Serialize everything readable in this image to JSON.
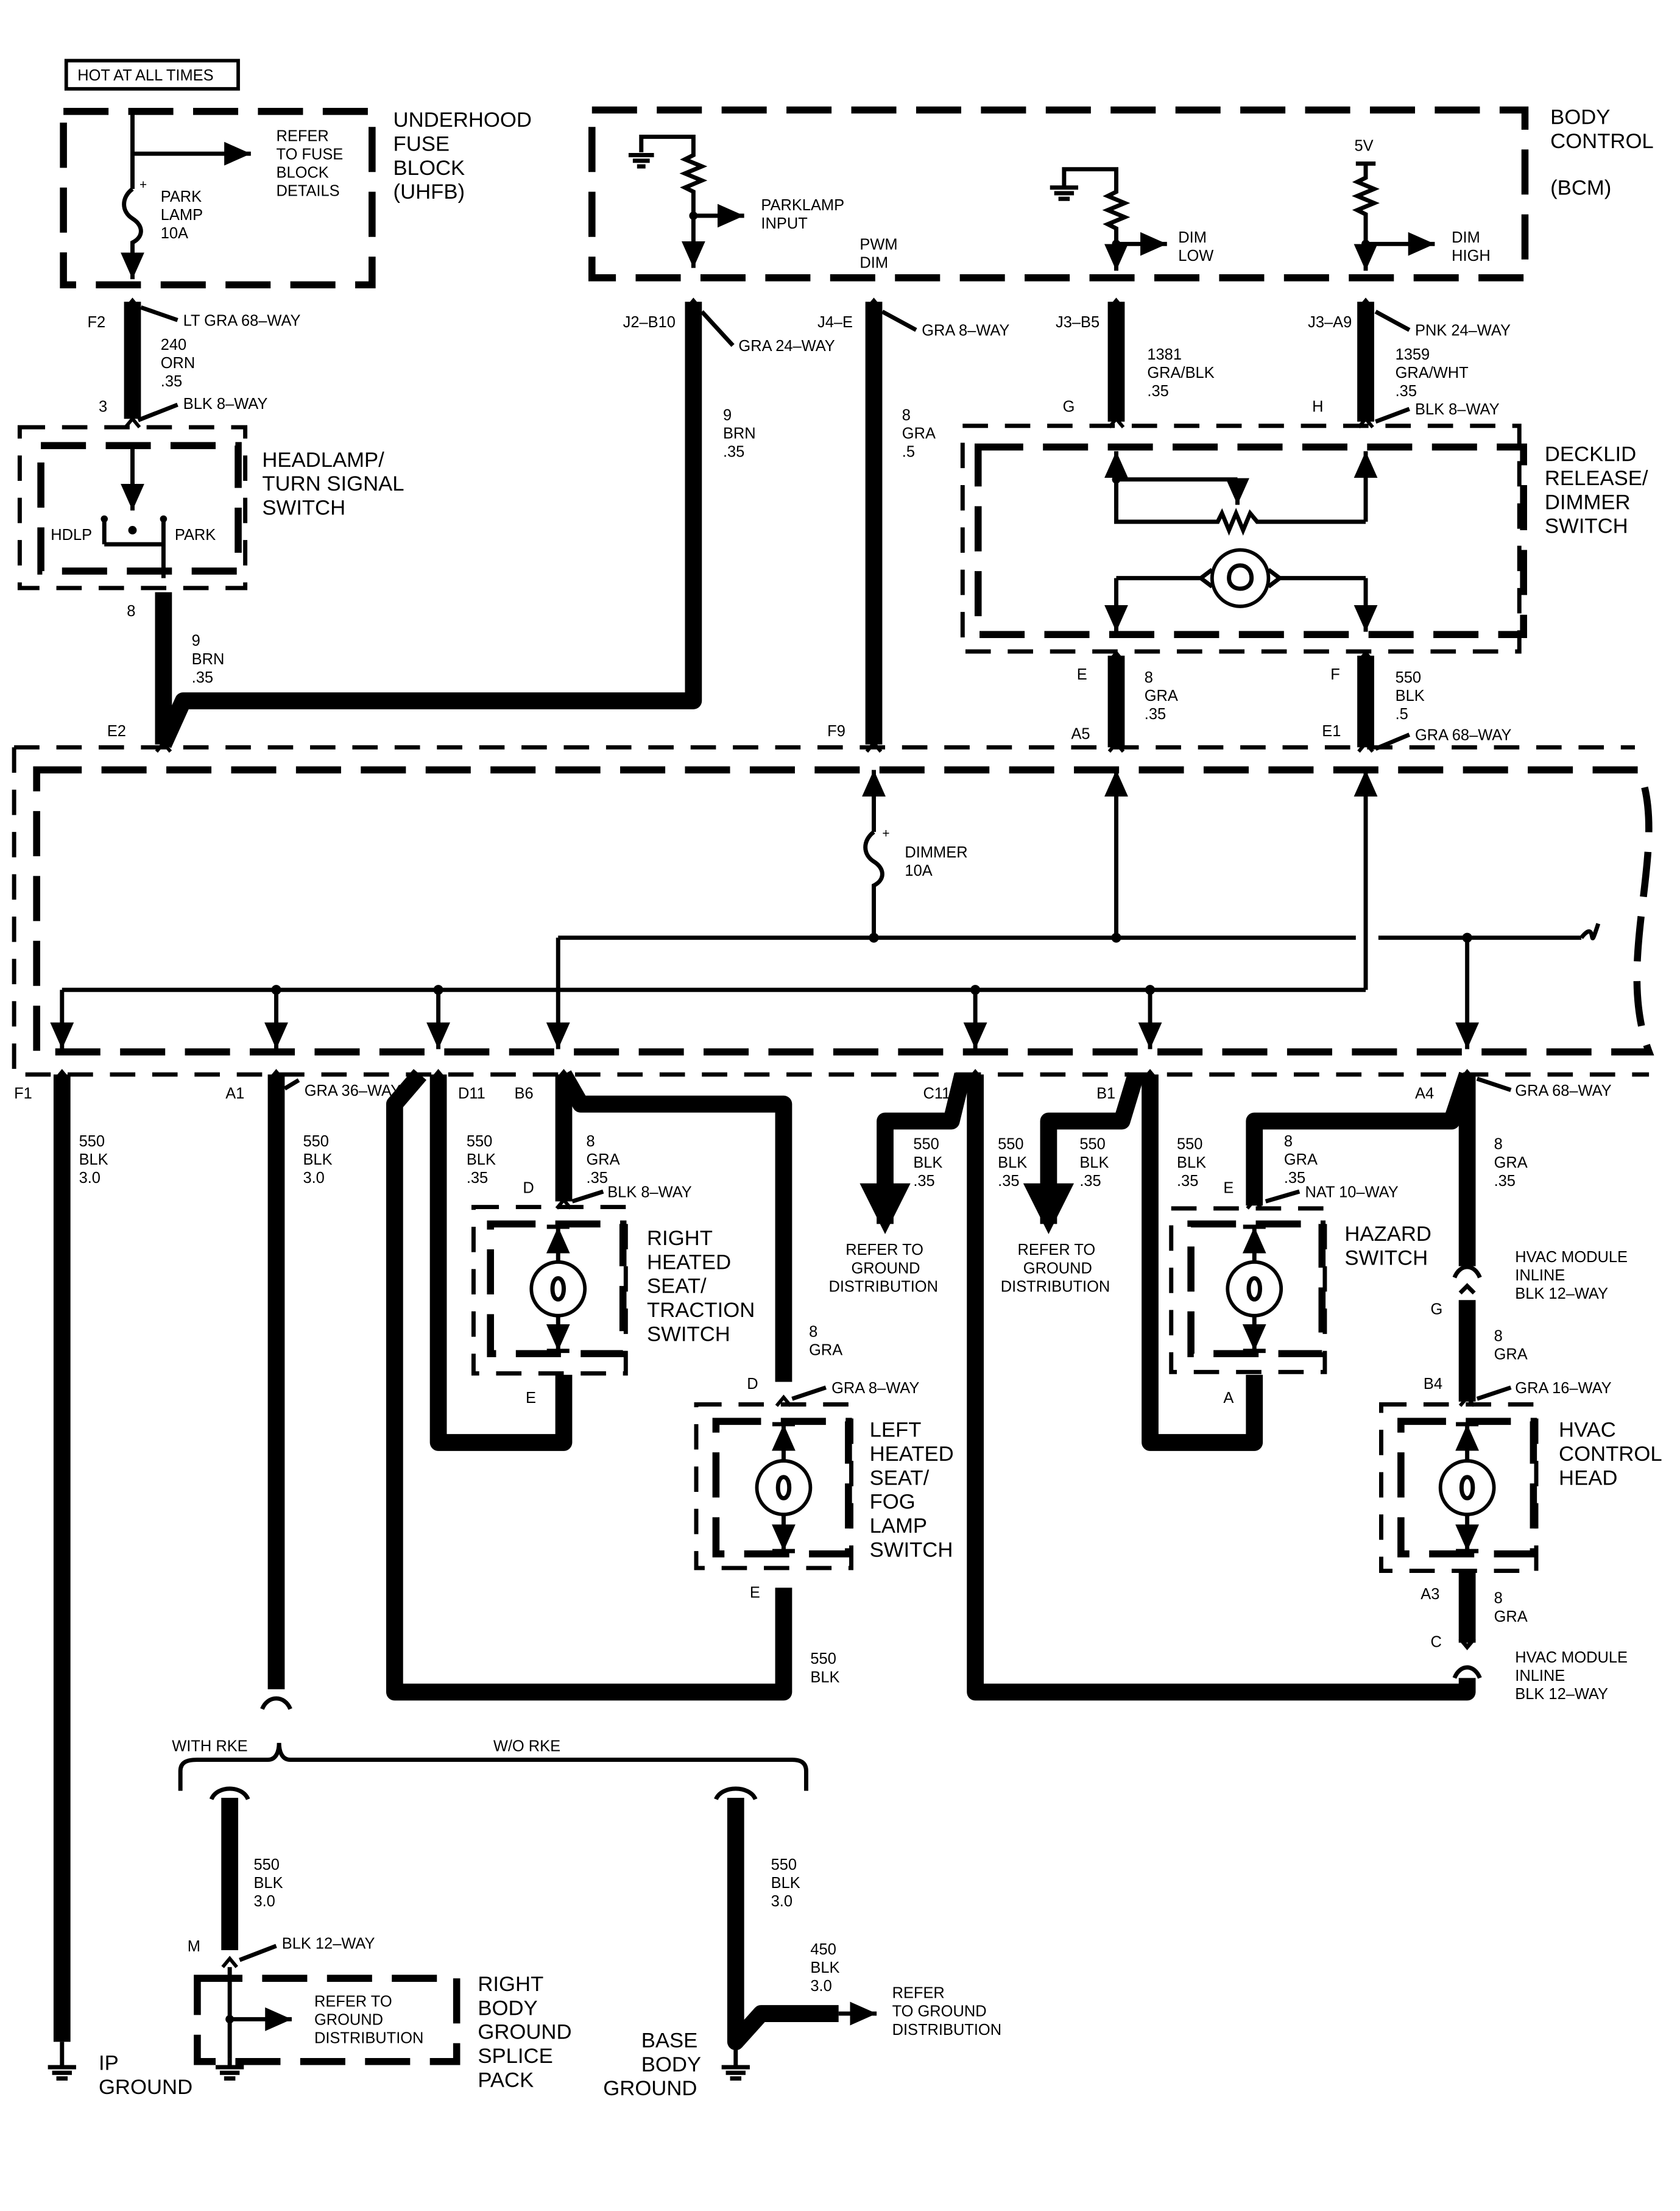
{
  "header": {
    "hot_at_all_times": "HOT AT ALL TIMES"
  },
  "components": {
    "uhfb": [
      "UNDERHOOD",
      "FUSE",
      "BLOCK",
      "(UHFB)"
    ],
    "uhfb_refer": [
      "REFER",
      "TO FUSE",
      "BLOCK",
      "DETAILS"
    ],
    "park_fuse": [
      "PARK",
      "LAMP",
      "10A"
    ],
    "bcm": [
      "BODY",
      "CONTROL",
      "(BCM)"
    ],
    "parklamp_input": [
      "PARKLAMP",
      "INPUT"
    ],
    "pwm_dim": [
      "PWM",
      "DIM"
    ],
    "dim_low": [
      "DIM",
      "LOW"
    ],
    "dim_high": [
      "DIM",
      "HIGH"
    ],
    "five_volt": "5V",
    "headlamp_switch": [
      "HEADLAMP/",
      "TURN SIGNAL",
      "SWITCH"
    ],
    "hdlp": "HDLP",
    "park": "PARK",
    "decklid": [
      "DECKLID",
      "RELEASE/",
      "DIMMER",
      "SWITCH"
    ],
    "dimmer_fuse": [
      "DIMMER",
      "10A"
    ],
    "right_heated_seat": [
      "RIGHT",
      "HEATED",
      "SEAT/",
      "TRACTION",
      "SWITCH"
    ],
    "left_heated_seat": [
      "LEFT",
      "HEATED",
      "SEAT/",
      "FOG",
      "LAMP",
      "SWITCH"
    ],
    "hazard_switch": [
      "HAZARD",
      "SWITCH"
    ],
    "hvac_control_head": [
      "HVAC",
      "CONTROL",
      "HEAD"
    ],
    "hvac_inline_1": [
      "HVAC MODULE",
      "INLINE",
      "BLK 12–WAY"
    ],
    "hvac_inline_2": [
      "HVAC MODULE",
      "INLINE",
      "BLK 12–WAY"
    ],
    "refer_ground_1": [
      "REFER TO",
      "GROUND",
      "DISTRIBUTION"
    ],
    "refer_ground_2": [
      "REFER TO",
      "GROUND",
      "DISTRIBUTION"
    ],
    "with_rke": "WITH RKE",
    "wo_rke": "W/O RKE",
    "right_body_ground": [
      "RIGHT",
      "BODY",
      "GROUND",
      "SPLICE",
      "PACK"
    ],
    "refer_ground_3": [
      "REFER TO",
      "GROUND",
      "DISTRIBUTION"
    ],
    "refer_ground_4": [
      "REFER",
      "TO GROUND",
      "DISTRIBUTION"
    ],
    "ip_ground": [
      "IP",
      "GROUND"
    ],
    "base_body_ground": [
      "BASE",
      "BODY",
      "GROUND"
    ]
  },
  "connectors": {
    "f2": "F2",
    "f2_conn": "LT GRA 68–WAY",
    "pin3": "3",
    "pin3_conn": "BLK 8–WAY",
    "pin8": "8",
    "e2": "E2",
    "j2b10": "J2–B10",
    "j2b10_conn": "GRA 24–WAY",
    "j4e": "J4–E",
    "j4e_conn": "GRA 8–WAY",
    "j3b5": "J3–B5",
    "j3a9": "J3–A9",
    "j3a9_conn": "PNK 24–WAY",
    "g": "G",
    "h": "H",
    "gh_conn": "BLK 8–WAY",
    "e": "E",
    "f": "F",
    "f9": "F9",
    "a5": "A5",
    "e1": "E1",
    "e1_conn": "GRA 68–WAY",
    "f1": "F1",
    "a1": "A1",
    "a1_conn": "GRA 36–WAY",
    "d11": "D11",
    "b6": "B6",
    "c11": "C11",
    "b1": "B1",
    "a4": "A4",
    "a4_conn": "GRA 68–WAY",
    "rhs_d": "D",
    "rhs_d_conn": "BLK 8–WAY",
    "rhs_e": "E",
    "lhs_d": "D",
    "lhs_d_conn": "GRA 8–WAY",
    "lhs_e": "E",
    "haz_e": "E",
    "haz_e_conn": "NAT 10–WAY",
    "haz_a": "A",
    "hvac_g": "G",
    "hvac_b4": "B4",
    "hvac_b4_conn": "GRA 16–WAY",
    "hvac_a3": "A3",
    "hvac_c": "C",
    "m": "M",
    "m_conn": "BLK 12–WAY"
  },
  "wires": {
    "w240": [
      "240",
      "ORN",
      ".35"
    ],
    "w9a": [
      "9",
      "BRN",
      ".35"
    ],
    "w9b": [
      "9",
      "BRN",
      ".35"
    ],
    "w8_pwm": [
      "8",
      "GRA",
      ".5"
    ],
    "w1381": [
      "1381",
      "GRA/BLK",
      ".35"
    ],
    "w1359": [
      "1359",
      "GRA/WHT",
      ".35"
    ],
    "w8_e": [
      "8",
      "GRA",
      ".35"
    ],
    "w550_f": [
      "550",
      "BLK",
      ".5"
    ],
    "w550_f1": [
      "550",
      "BLK",
      "3.0"
    ],
    "w550_a1": [
      "550",
      "BLK",
      "3.0"
    ],
    "w550_d11": [
      "550",
      "BLK",
      ".35"
    ],
    "w8_b6": [
      "8",
      "GRA",
      ".35"
    ],
    "w8_lhs": [
      "8",
      "GRA"
    ],
    "w550_c11a": [
      "550",
      "BLK",
      ".35"
    ],
    "w550_c11b": [
      "550",
      "BLK",
      ".35"
    ],
    "w550_b1": [
      "550",
      "BLK",
      ".35"
    ],
    "w550_haz": [
      "550",
      "BLK",
      ".35"
    ],
    "w8_haz": [
      "8",
      "GRA",
      ".35"
    ],
    "w8_a4": [
      "8",
      "GRA",
      ".35"
    ],
    "w8_hvac": [
      "8",
      "GRA"
    ],
    "w8_a3": [
      "8",
      "GRA"
    ],
    "w550_lhs": [
      "550",
      "BLK"
    ],
    "w550_rke": [
      "550",
      "BLK",
      "3.0"
    ],
    "w550_base": [
      "550",
      "BLK",
      "3.0"
    ],
    "w450": [
      "450",
      "BLK",
      "3.0"
    ]
  }
}
